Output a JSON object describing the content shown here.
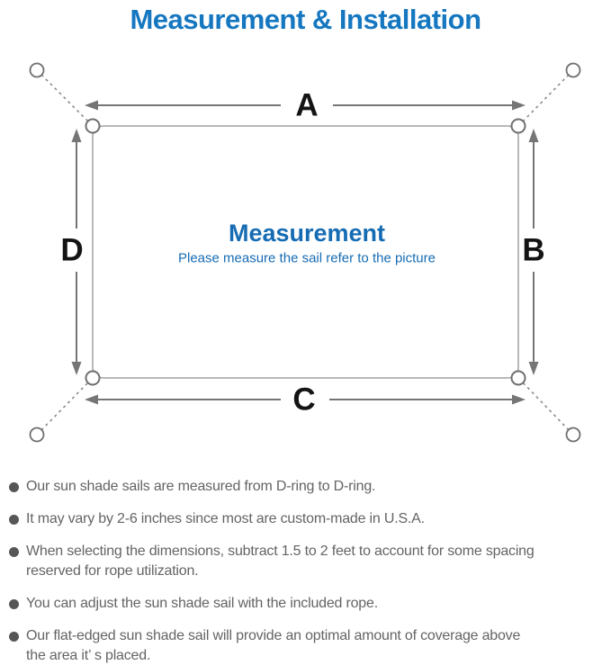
{
  "page_title": "Measurement & Installation",
  "colors": {
    "title_blue": "#1577c0",
    "center_text_blue": "#166cb3",
    "diagram_line_gray": "#757575",
    "sail_border_gray": "#a2a2a2",
    "bullet_text_gray": "#646464",
    "dimension_label_black": "#141414"
  },
  "diagram": {
    "dimension_labels": {
      "top": "A",
      "right": "B",
      "bottom": "C",
      "left": "D"
    },
    "center_title": "Measurement",
    "center_subtitle": "Please measure the sail refer to the picture"
  },
  "bullets": [
    {
      "lines": [
        "Our sun shade sails are measured from D-ring to D-ring."
      ]
    },
    {
      "lines": [
        "It may vary by 2-6 inches since most are custom-made in U.S.A."
      ]
    },
    {
      "lines": [
        "When selecting the dimensions, subtract 1.5 to 2 feet to account for some spacing",
        "reserved for rope utilization."
      ]
    },
    {
      "lines": [
        "You can adjust the sun shade sail with the included rope."
      ]
    },
    {
      "lines": [
        "Our flat-edged sun shade sail will provide an optimal amount of coverage above",
        "the area it’ s placed."
      ]
    }
  ]
}
